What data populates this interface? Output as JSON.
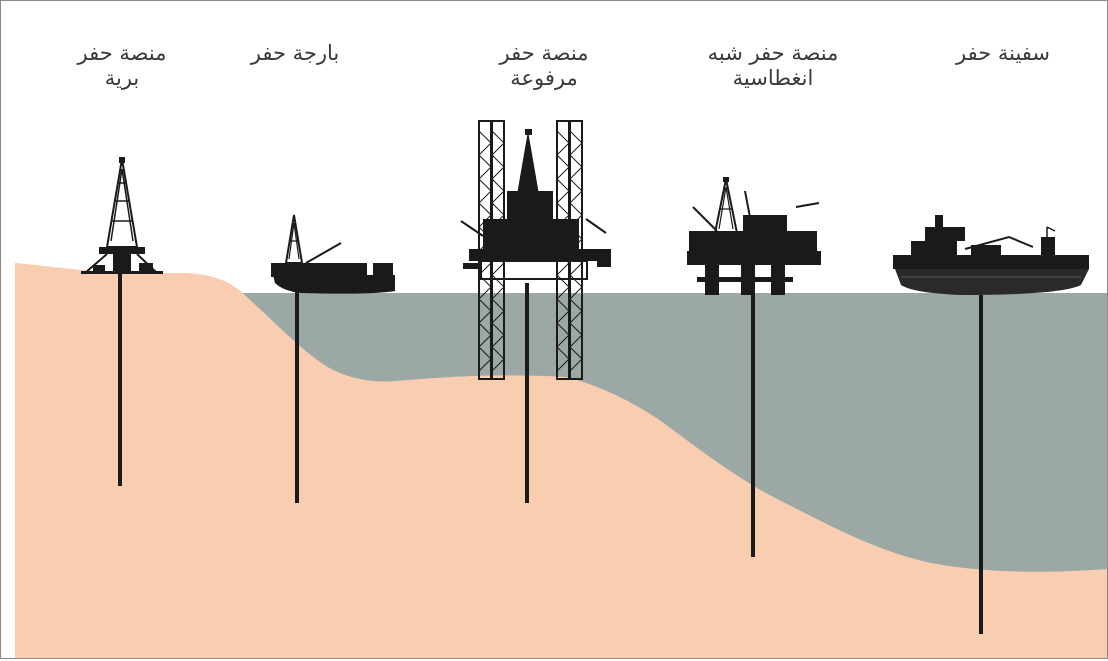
{
  "labels": {
    "land_rig": [
      "منصة حفر",
      "برية"
    ],
    "barge": [
      "بارجة حفر"
    ],
    "jackup": [
      "منصة حفر",
      "مرفوعة"
    ],
    "semisub": [
      "منصة حفر شبه",
      "انغطاسية"
    ],
    "drillship": [
      "سفينة حفر"
    ]
  },
  "colors": {
    "seabed": "#f8cdb0",
    "water": "#9ba8a5",
    "structures": "#1a1a1a",
    "text": "#3a3a3a"
  }
}
